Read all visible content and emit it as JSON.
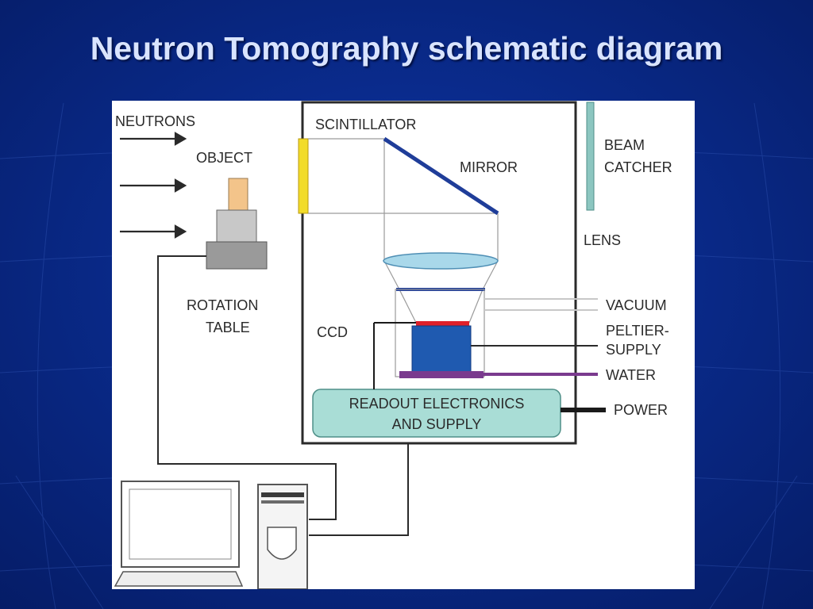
{
  "slide": {
    "title": "Neutron Tomography schematic diagram"
  },
  "diagram": {
    "labels": {
      "neutrons": "NEUTRONS",
      "object": "OBJECT",
      "rotation_table_1": "ROTATION",
      "rotation_table_2": "TABLE",
      "scintillator": "SCINTILLATOR",
      "mirror": "MIRROR",
      "beam_catcher_1": "BEAM",
      "beam_catcher_2": "CATCHER",
      "lens": "LENS",
      "ccd": "CCD",
      "vacuum": "VACUUM",
      "peltier_1": "PELTIER-",
      "peltier_2": "SUPPLY",
      "water": "WATER",
      "readout_1": "READOUT ELECTRONICS",
      "readout_2": "AND SUPPLY",
      "power": "POWER"
    },
    "colors": {
      "background": "#0a2a86",
      "title": "#d9e4ff",
      "scintillator": "#f2dc2a",
      "mirror": "#1f3d99",
      "beam_catcher": "#8cc6c0",
      "lens": "#a9d8ea",
      "ccd_body": "#1f5ab0",
      "ccd_top": "#e0202a",
      "water_plate": "#7a3a8e",
      "readout_box": "#a9ddd6",
      "object": "#f3c48a"
    }
  }
}
